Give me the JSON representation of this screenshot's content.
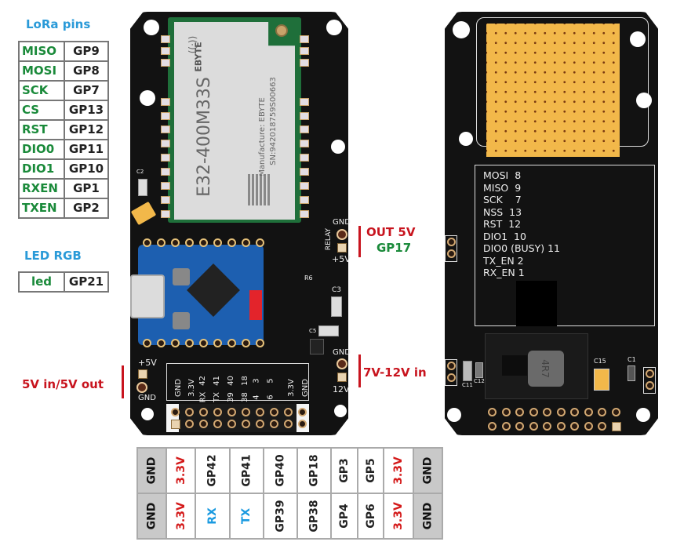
{
  "lora": {
    "title": "LoRa pins",
    "rows": [
      {
        "signal": "MISO",
        "gpio": "GP9"
      },
      {
        "signal": "MOSI",
        "gpio": "GP8"
      },
      {
        "signal": "SCK",
        "gpio": "GP7"
      },
      {
        "signal": "CS",
        "gpio": "GP13"
      },
      {
        "signal": "RST",
        "gpio": "GP12"
      },
      {
        "signal": "DIO0",
        "gpio": "GP11"
      },
      {
        "signal": "DIO1",
        "gpio": "GP10"
      },
      {
        "signal": "RXEN",
        "gpio": "GP1"
      },
      {
        "signal": "TXEN",
        "gpio": "GP2"
      }
    ]
  },
  "led": {
    "title": "LED RGB",
    "signal": "led",
    "gpio": "GP21"
  },
  "annotations": {
    "out5v": "OUT 5V",
    "out5v_gpio": "GP17",
    "in_7_12v": "7V-12V in",
    "in_out_5v": "5V in/5V out"
  },
  "front_board": {
    "module_brand": "EBYTE",
    "module_model": "E32-400M33S",
    "module_manufacturer": "Manufacture: EBYTE",
    "module_sn": "SN:942018759S00663",
    "silk_gnd_relay": "GND",
    "silk_relay": "RELAY",
    "silk_plus5v_relay": "+5V",
    "silk_gnd_power": "GND",
    "silk_12v": "12V",
    "silk_plus5v_left": "+5V",
    "silk_gnd_left": "GND",
    "silk_r6": "R6",
    "silk_c3": "C3",
    "silk_c5": "C5",
    "silk_c2": "C2",
    "header_silk_top": [
      "GND",
      "3.3V",
      "42",
      "41",
      "40",
      "18",
      "3",
      "5",
      "3.3V",
      "GND"
    ],
    "header_silk_bottom": [
      "GND",
      "3.3V",
      "RX",
      "TX",
      "39",
      "38",
      "4",
      "6",
      "3.3V",
      "GND"
    ]
  },
  "back_board": {
    "pin_list": [
      "MOSI  8",
      "MISO  9",
      "SCK    7",
      "NSS  13",
      "RST  12",
      "DIO1  10",
      "DIO0 (BUSY) 11",
      "TX_EN 2",
      "RX_EN 1"
    ],
    "inductor_label": "4R7",
    "silk_c15": "C15",
    "silk_c1": "C1",
    "silk_c11": "C11",
    "silk_c12": "C12"
  },
  "header_table": {
    "top": [
      "GND",
      "3.3V",
      "GP42",
      "GP41",
      "GP40",
      "GP18",
      "GP3",
      "GP5",
      "3.3V",
      "GND"
    ],
    "bottom": [
      "GND",
      "3.3V",
      "RX",
      "TX",
      "GP39",
      "GP38",
      "GP4",
      "GP6",
      "3.3V",
      "GND"
    ],
    "colors": {
      "gnd_bg": "#c9c9c9",
      "power": "#d41a1a",
      "uart": "#1a9ae0",
      "gpio": "#222222"
    }
  },
  "colors": {
    "title_blue": "#2a9ad8",
    "signal_green": "#1a8a3a",
    "annotation_red": "#c8141e",
    "pcb_black": "#121212",
    "pcb_gold": "#f2b84a",
    "module_green": "#1f6f3a",
    "esp_blue": "#1d5fb0"
  }
}
